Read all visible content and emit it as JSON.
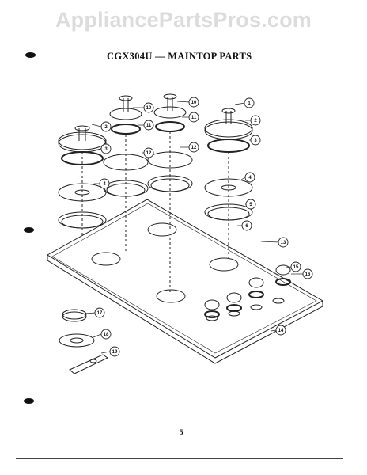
{
  "watermark": "AppliancePartsPros.com",
  "title": "CGX304U — MAINTOP PARTS",
  "page_number": "5",
  "callouts": [
    "1",
    "2",
    "3",
    "4",
    "5",
    "6",
    "10",
    "11",
    "12",
    "13",
    "14",
    "15",
    "16",
    "17",
    "18",
    "19"
  ]
}
